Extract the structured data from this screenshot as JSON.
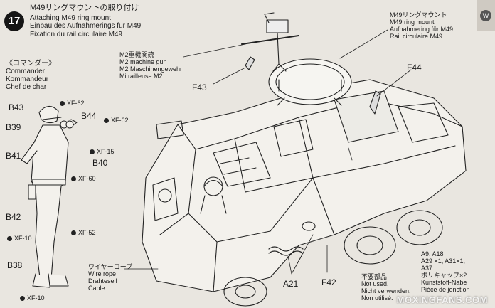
{
  "step": {
    "number": "17"
  },
  "heading": {
    "jp": "M49リングマウントの取り付け",
    "en": "Attaching M49 ring mount",
    "de": "Einbau des Aufnahmerings für M49",
    "fr": "Fixation du rail circulaire M49"
  },
  "ring_mount_label": {
    "jp": "M49リングマウント",
    "en": "M49 ring mount",
    "de": "Aufnahmering für M49",
    "fr": "Rail circulaire M49"
  },
  "machine_gun_label": {
    "jp": "M2重機関銃",
    "en": "M2 machine gun",
    "de": "M2 Maschinengewehr",
    "fr": "Mitrailleuse M2"
  },
  "commander_label": {
    "jp": "《コマンダー》",
    "en": "Commander",
    "de": "Kommandeur",
    "fr": "Chef de char"
  },
  "wire_rope_label": {
    "jp": "ワイヤーロープ",
    "en": "Wire rope",
    "de": "Drahteseil",
    "fr": "Cable"
  },
  "unused_parts_label": {
    "jp": "不要部品",
    "en": "Not used.",
    "de": "Nicht verwenden.",
    "fr": "Non utilisé."
  },
  "parts_list": {
    "line1": "A9, A18",
    "line2": "A29 ×1, A31×1,",
    "line3": "A37",
    "jp": "ポリキャップ×2",
    "de": "Kunststoff-Nabe",
    "fr": "Pièce de jonction"
  },
  "part_numbers": {
    "b43": "B43",
    "b44": "B44",
    "b39": "B39",
    "b41": "B41",
    "b40": "B40",
    "b42": "B42",
    "b38": "B38",
    "f43": "F43",
    "f44": "F44",
    "a21": "A21",
    "f42": "F42"
  },
  "paints": {
    "xf62_a": "XF-62",
    "xf62_b": "XF-62",
    "xf15": "XF-15",
    "xf60": "XF-60",
    "xf10_a": "XF-10",
    "xf52": "XF-52",
    "xf10_b": "XF-10"
  },
  "watermark": "MOXINGFANS.COM",
  "corner_tab": "W",
  "colors": {
    "ink": "#1a1a1a",
    "paper": "#e9e6e0",
    "badge": "#161616"
  }
}
